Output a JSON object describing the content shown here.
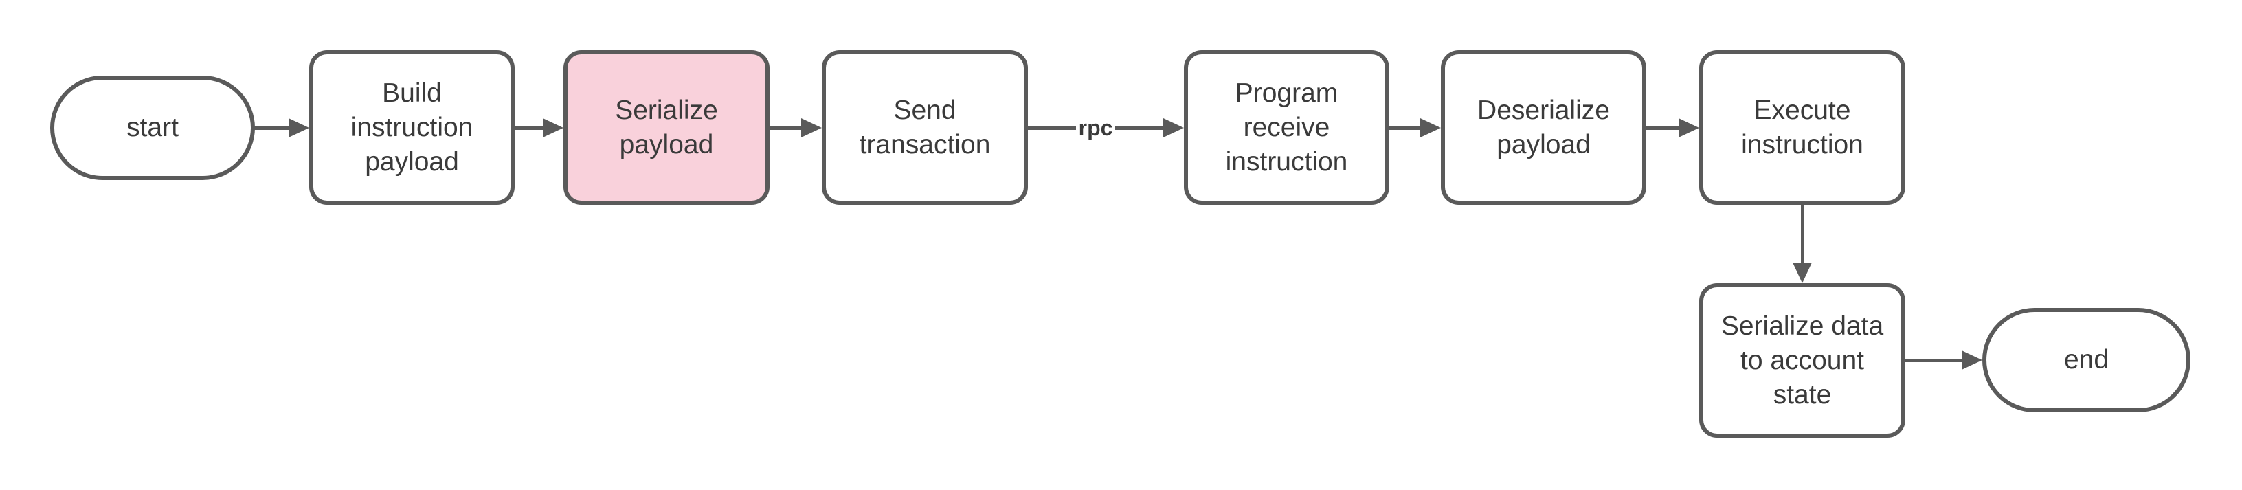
{
  "diagram": {
    "type": "flowchart",
    "nodes": [
      {
        "id": "start",
        "shape": "terminator",
        "label": "start"
      },
      {
        "id": "build",
        "shape": "process",
        "label": "Build\ninstruction\npayload"
      },
      {
        "id": "serialize",
        "shape": "process",
        "label": "Serialize\npayload",
        "highlighted": true
      },
      {
        "id": "send",
        "shape": "process",
        "label": "Send\ntransaction"
      },
      {
        "id": "program",
        "shape": "process",
        "label": "Program\nreceive\ninstruction"
      },
      {
        "id": "deserialize",
        "shape": "process",
        "label": "Deserialize\npayload"
      },
      {
        "id": "execute",
        "shape": "process",
        "label": "Execute\ninstruction"
      },
      {
        "id": "serialize_data",
        "shape": "process",
        "label": "Serialize data\nto account\nstate"
      },
      {
        "id": "end",
        "shape": "terminator",
        "label": "end"
      }
    ],
    "edges": [
      {
        "from": "start",
        "to": "build",
        "label": ""
      },
      {
        "from": "build",
        "to": "serialize",
        "label": ""
      },
      {
        "from": "serialize",
        "to": "send",
        "label": ""
      },
      {
        "from": "send",
        "to": "program",
        "label": "rpc"
      },
      {
        "from": "program",
        "to": "deserialize",
        "label": ""
      },
      {
        "from": "deserialize",
        "to": "execute",
        "label": ""
      },
      {
        "from": "execute",
        "to": "serialize_data",
        "label": ""
      },
      {
        "from": "serialize_data",
        "to": "end",
        "label": ""
      }
    ],
    "colors": {
      "stroke": "#5a5a5a",
      "text": "#3a3a3a",
      "highlight_fill": "#f9d1db",
      "default_fill": "#ffffff",
      "canvas_bg": "#ffffff"
    }
  }
}
